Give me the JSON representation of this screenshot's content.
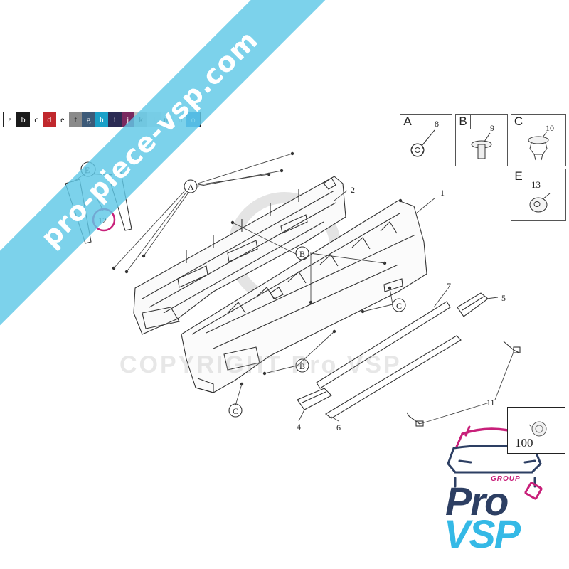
{
  "watermark": {
    "banner_text": "pro-piece-vsp.com",
    "copyright_text": "COPYRIGHT Pro VSP"
  },
  "color_strip": {
    "letters": [
      "a",
      "b",
      "c",
      "d",
      "e",
      "f",
      "g",
      "h",
      "i",
      "j",
      "k",
      "l",
      "m",
      "n",
      "o"
    ],
    "colors": [
      "#ffffff",
      "#1a1a1a",
      "#ffffff",
      "#c0282d",
      "#ffffff",
      "#8a8a8a",
      "#3d5a78",
      "#1aa0c8",
      "#2c2c54",
      "#7a2a60",
      "#c0c0c0",
      "#e0e0e0",
      "#f0f0f0",
      "#ffffff",
      "#2a86d8"
    ]
  },
  "fastener_boxes": [
    {
      "letter": "A",
      "number": "8"
    },
    {
      "letter": "B",
      "number": "9"
    },
    {
      "letter": "C",
      "number": "10"
    },
    {
      "letter": "E",
      "number": "13"
    }
  ],
  "diagram_labels": {
    "part_1": "1",
    "part_2": "2",
    "part_4": "4",
    "part_5": "5",
    "part_6": "6",
    "part_7": "7",
    "part_11": "11",
    "part_12": "12",
    "clip_a": "A",
    "clip_b1": "B",
    "clip_b2": "B",
    "clip_c1": "C",
    "clip_c2": "C",
    "clip_e": "E"
  },
  "inset_box": {
    "number": "100"
  },
  "logo": {
    "group": "GROUP",
    "pro": "Pro",
    "vsp": "VSP",
    "colors": {
      "navy": "#2d3f63",
      "cyan": "#35b9e6",
      "magenta": "#c8207a"
    }
  }
}
